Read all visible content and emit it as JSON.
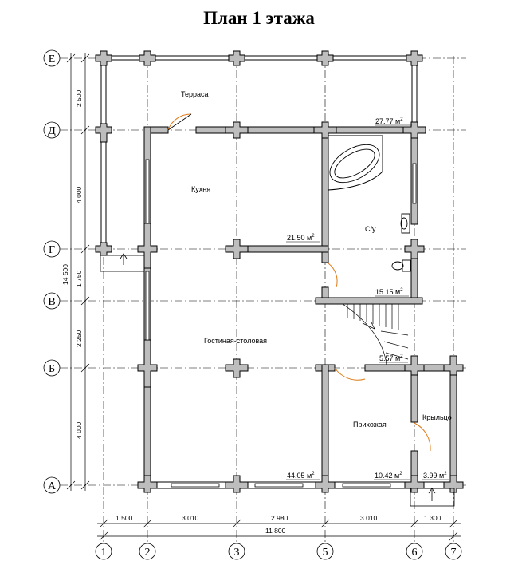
{
  "title": "План 1 этажа",
  "axes": {
    "columns": [
      "1",
      "2",
      "3",
      "5",
      "6",
      "7"
    ],
    "rows": [
      "Е",
      "Д",
      "Г",
      "В",
      "Б",
      "А"
    ]
  },
  "rooms": {
    "terrace": "Терраса",
    "kitchen": "Кухня",
    "bathroom": "С/у",
    "living": "Гостиная-столовая",
    "hall": "Прихожая",
    "porch": "Крыльцо"
  },
  "areas": {
    "a1": "27.77 м",
    "a2": "21.50 м",
    "a3": "15.15 м",
    "a4": "5.57 м",
    "a5": "44.05 м",
    "a6": "10.42 м",
    "a7": "3.99 м"
  },
  "area_sup": "2",
  "dims_left": {
    "d1": "2 500",
    "d2": "4 000",
    "d3": "1 750",
    "d4": "2 250",
    "d5": "4 000",
    "total": "14 500"
  },
  "dims_bottom": {
    "d1": "1 500",
    "d2": "3 010",
    "d3": "2 980",
    "d4": "3 010",
    "d5": "1 300",
    "total": "11 800"
  }
}
